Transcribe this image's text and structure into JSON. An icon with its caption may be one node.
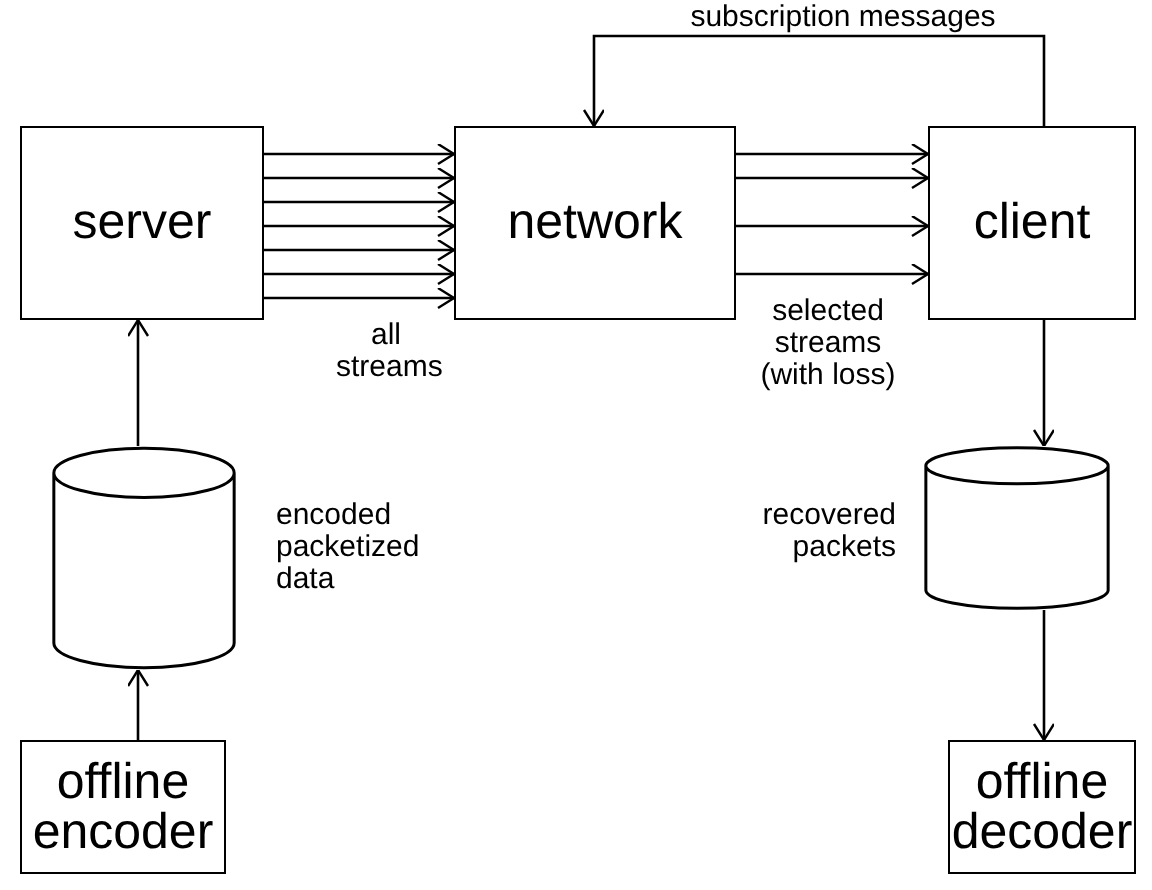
{
  "diagram": {
    "nodes": [
      {
        "text": [
          "server"
        ]
      },
      {
        "text": [
          "network"
        ]
      },
      {
        "text": [
          "client"
        ]
      },
      {
        "text": [],
        "shape": "cylinder",
        "beside": [
          "encoded packetized data"
        ]
      },
      {
        "text": [],
        "shape": "cylinder",
        "beside": [
          "recovered packets"
        ]
      },
      {
        "text": [
          "offline encoder"
        ]
      },
      {
        "text": [
          "offline decoder"
        ]
      }
    ],
    "edges": [
      {
        "from": 0,
        "to": 1,
        "arrow": "to"
      },
      {
        "from": 0,
        "to": 1,
        "arrow": "to"
      },
      {
        "from": 0,
        "to": 1,
        "arrow": "to"
      },
      {
        "from": 0,
        "to": 1,
        "arrow": "to"
      },
      {
        "from": 0,
        "to": 1,
        "arrow": "to"
      },
      {
        "from": 0,
        "to": 1,
        "arrow": "to"
      },
      {
        "from": 0,
        "to": 1,
        "arrow": "to"
      },
      {
        "from": 1,
        "to": 2,
        "arrow": "to"
      },
      {
        "from": 1,
        "to": 2,
        "arrow": "to"
      },
      {
        "from": 1,
        "to": 2,
        "arrow": "to"
      },
      {
        "from": 1,
        "to": 2,
        "arrow": "to"
      },
      {
        "from": 2,
        "to": 1,
        "arrow": "to",
        "label": "subscription messages"
      },
      {
        "from": 2,
        "to": 4,
        "arrow": "to"
      },
      {
        "from": 4,
        "to": 6,
        "arrow": "to"
      },
      {
        "from": 5,
        "to": 3,
        "arrow": "to"
      },
      {
        "from": 3,
        "to": 0,
        "arrow": "to"
      }
    ],
    "labels": [
      "all streams",
      "selected streams (with loss)"
    ]
  }
}
